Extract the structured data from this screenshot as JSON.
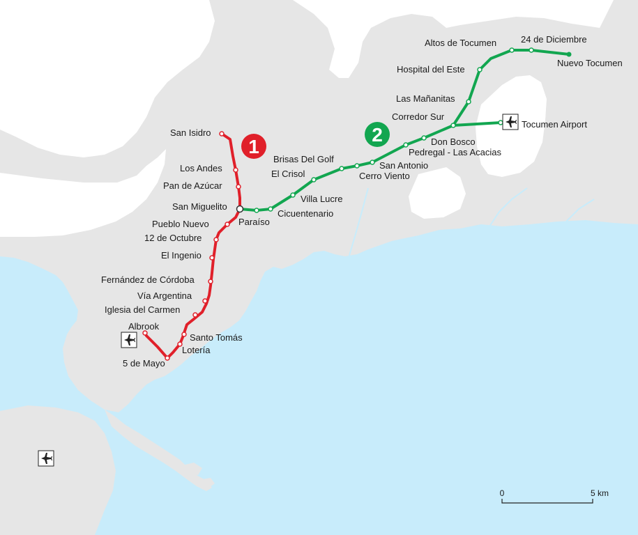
{
  "colors": {
    "water": "#c8ecfb",
    "land": "#e6e6e6",
    "line1": "#e0202a",
    "line2": "#12a650"
  },
  "lines": {
    "line1": {
      "number": "1"
    },
    "line2": {
      "number": "2"
    }
  },
  "stations": {
    "san_isidro": "San Isidro",
    "los_andes": "Los Andes",
    "pan_de_azucar": "Pan de Azúcar",
    "san_miguelito": "San Miguelito",
    "pueblo_nuevo": "Pueblo Nuevo",
    "doce_de_octubre": "12 de Octubre",
    "el_ingenio": "El Ingenio",
    "fernandez_de_cordoba": "Fernández de Córdoba",
    "via_argentina": "Vía Argentina",
    "iglesia_del_carmen": "Iglesia del Carmen",
    "albrook": "Albrook",
    "santo_tomas": "Santo Tomás",
    "loteria": "Lotería",
    "cinco_de_mayo": "5 de Mayo",
    "paraiso": "Paraíso",
    "cicuentenario": "Cicuentenario",
    "villa_lucre": "Villa Lucre",
    "el_crisol": "El Crisol",
    "brisas_del_golf": "Brisas Del Golf",
    "cerro_viento": "Cerro Viento",
    "san_antonio": "San Antonio",
    "pedregal": "Pedregal - Las Acacias",
    "don_bosco": "Don Bosco",
    "corredor_sur": "Corredor Sur",
    "las_mananitas": "Las Mañanitas",
    "hospital_del_este": "Hospital del Este",
    "altos_de_tocumen": "Altos de Tocumen",
    "veinticuatro_de_diciembre": "24 de Diciembre",
    "nuevo_tocumen": "Nuevo Tocumen"
  },
  "airports": {
    "tocumen": "Tocumen Airport",
    "albrook_icon": "airplane-icon",
    "other_icon": "airplane-icon"
  },
  "scale": {
    "start": "0",
    "end": "5 km"
  }
}
